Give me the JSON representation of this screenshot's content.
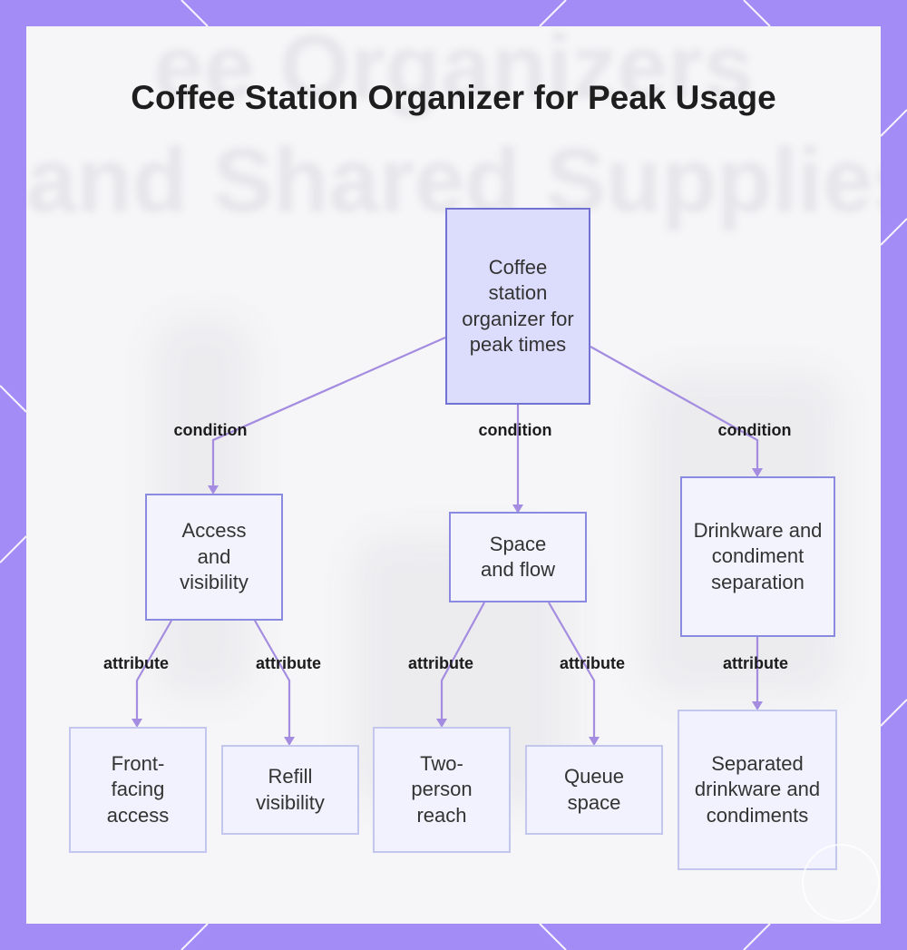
{
  "title": "Coffee Station Organizer for Peak Usage",
  "background_text": [
    "ee Organizers",
    "and Shared Supplies"
  ],
  "nodes": {
    "root": "Coffee station organizer for peak times",
    "access": "Access and visibility",
    "space": "Space and flow",
    "drinkware": "Drinkware and condiment separation",
    "front": "Front-facing access",
    "refill": "Refill visibility",
    "two_person": "Two-person reach",
    "queue": "Queue space",
    "separated": "Separated drinkware and condiments"
  },
  "edges": {
    "condition_left": "condition",
    "condition_mid": "condition",
    "condition_right": "condition",
    "attr_front": "attribute",
    "attr_refill": "attribute",
    "attr_two": "attribute",
    "attr_queue": "attribute",
    "attr_sep": "attribute"
  },
  "colors": {
    "frame": "#a48cf6",
    "edge": "#a48ce0",
    "root_fill": "#dcdcfd",
    "root_stroke": "#7272d4"
  }
}
